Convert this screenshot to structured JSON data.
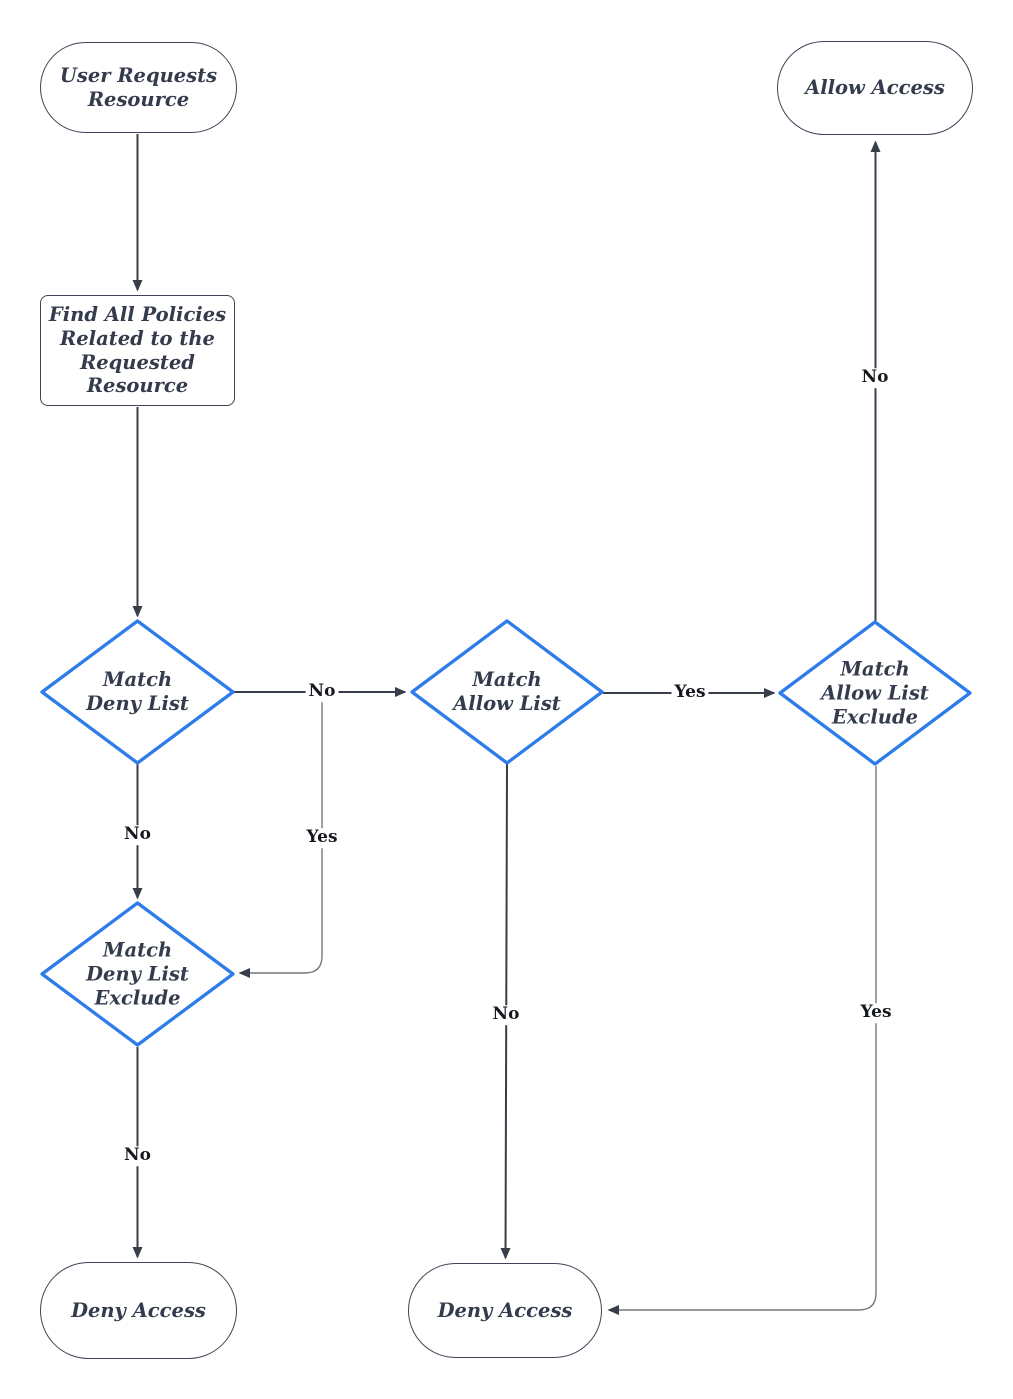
{
  "diagram": {
    "type": "flowchart",
    "background": "#ffffff",
    "colors": {
      "diamond_border": "#2D7CE9",
      "node_border": "#3E4556",
      "node_text": "#343B4C",
      "edge": "#373D49",
      "edge_light": "#74787F",
      "label_text": "#15181D"
    },
    "nodes": {
      "user_requests": {
        "label": "User Requests\nResource",
        "shape": "stadium"
      },
      "find_policies": {
        "label": "Find All Policies\nRelated to the\nRequested\nResource",
        "shape": "rect"
      },
      "match_deny_list": {
        "label": "Match\nDeny List",
        "shape": "diamond"
      },
      "match_deny_list_exclude": {
        "label": "Match\nDeny List\nExclude",
        "shape": "diamond"
      },
      "match_allow_list": {
        "label": "Match\nAllow List",
        "shape": "diamond"
      },
      "match_allow_list_exclude": {
        "label": "Match\nAllow List\nExclude",
        "shape": "diamond"
      },
      "allow_access": {
        "label": "Allow Access",
        "shape": "stadium"
      },
      "deny_access_left": {
        "label": "Deny Access",
        "shape": "stadium"
      },
      "deny_access_center": {
        "label": "Deny Access",
        "shape": "stadium"
      }
    },
    "edges": [
      {
        "from": "user_requests",
        "to": "find_policies",
        "label": ""
      },
      {
        "from": "find_policies",
        "to": "match_deny_list",
        "label": ""
      },
      {
        "from": "match_deny_list",
        "to": "match_allow_list",
        "label": "No"
      },
      {
        "from": "match_deny_list",
        "to": "match_deny_list_exclude",
        "label": "Yes"
      },
      {
        "from": "match_deny_list",
        "to": "match_deny_list_exclude",
        "label": "No"
      },
      {
        "from": "match_deny_list_exclude",
        "to": "deny_access_left",
        "label": "No"
      },
      {
        "from": "match_allow_list",
        "to": "match_allow_list_exclude",
        "label": "Yes"
      },
      {
        "from": "match_allow_list",
        "to": "deny_access_center",
        "label": "No"
      },
      {
        "from": "match_allow_list_exclude",
        "to": "allow_access",
        "label": "No"
      },
      {
        "from": "match_allow_list_exclude",
        "to": "deny_access_center",
        "label": "Yes"
      }
    ]
  }
}
